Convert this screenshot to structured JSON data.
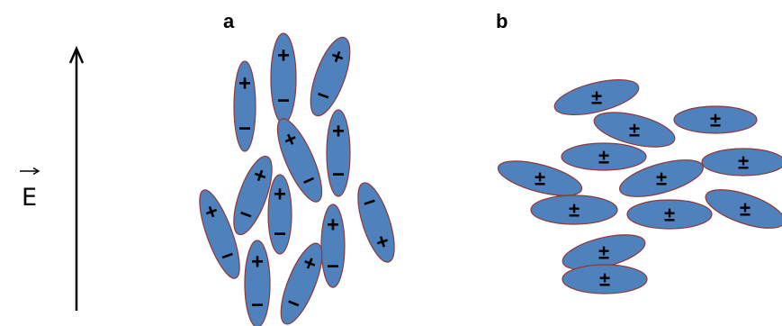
{
  "panels": [
    {
      "label": "a"
    },
    {
      "label": "b"
    }
  ],
  "field": {
    "symbol": "E",
    "vector_arrow": "→"
  },
  "signs": {
    "plus": "+",
    "minus": "−",
    "plus_minus": "±"
  },
  "colors": {
    "molecule_fill": "#4f81bd",
    "molecule_stroke": "#8b3a3a",
    "ink": "#000000",
    "background": "#ffffff"
  }
}
